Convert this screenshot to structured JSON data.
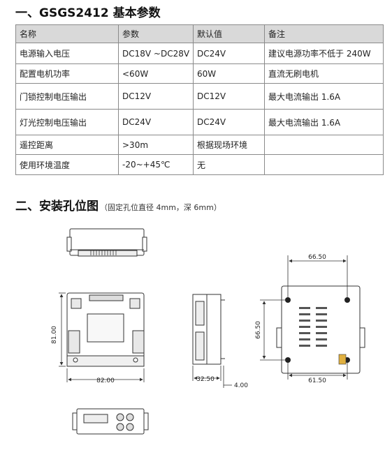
{
  "section1": {
    "title": "一、GSGS2412 基本参数"
  },
  "spec_table": {
    "headers": [
      "名称",
      "参数",
      "默认值",
      "备注"
    ],
    "rows": [
      [
        "电源输入电压",
        "DC18V ~DC28V",
        "DC24V",
        "建议电源功率不低于 240W"
      ],
      [
        "配置电机功率",
        "<60W",
        "60W",
        "直流无刷电机"
      ],
      [
        "门锁控制电压输出",
        "DC12V",
        "DC12V",
        "最大电流输出  1.6A"
      ],
      [
        "灯光控制电压输出",
        "DC24V",
        "DC24V",
        "最大电流输出  1.6A"
      ],
      [
        "遥控距离",
        ">30m",
        "根据现场环境",
        ""
      ],
      [
        "使用环境温度",
        "-20~+45℃",
        "无",
        ""
      ]
    ]
  },
  "section2": {
    "title": "二、安装孔位图",
    "note": "（固定孔位直径 4mm，深 6mm）"
  },
  "dimensions": {
    "front_height": "81.00",
    "front_width": "82.00",
    "side_width": "32.50",
    "side_offset": "4.00",
    "hole_spacing_horizontal": "66.50",
    "hole_spacing_vertical": "66.50",
    "lower_hole_spacing": "61.50"
  }
}
